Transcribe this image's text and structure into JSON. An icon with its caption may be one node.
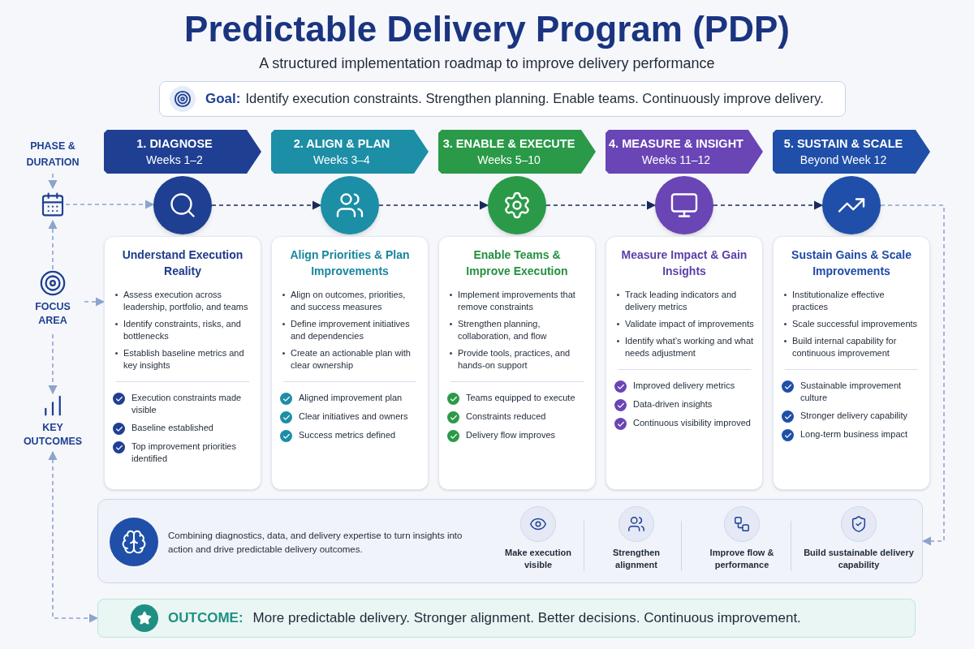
{
  "diagram": {
    "title": "Predictable Delivery Program (PDP)",
    "caption": "A structured implementation roadmap to improve delivery performance",
    "nodes": [
      {
        "text": [
          "Goal:",
          "Identify execution constraints. Strengthen planning. Enable teams. Continuously improve delivery."
        ]
      },
      {
        "text": [
          "PHASE & DURATION"
        ]
      },
      {
        "text": [],
        "shape": "calendar"
      },
      {
        "text": [
          "FOCUS AREA"
        ]
      },
      {
        "text": [
          "KEY OUTCOMES"
        ]
      },
      {
        "text": [
          "1. DIAGNOSE",
          "Weeks 1–2"
        ]
      },
      {
        "text": [],
        "shape": "circle"
      },
      {
        "text": [
          "Understand Execution Reality",
          "Assess execution across leadership, portfolio, and teams",
          "Identify constraints, risks, and bottlenecks",
          "Establish baseline metrics and key insights",
          "Execution constraints made visible",
          "Baseline established",
          "Top improvement priorities identified"
        ]
      },
      {
        "text": [
          "2. ALIGN & PLAN",
          "Weeks 3–4"
        ]
      },
      {
        "text": [],
        "shape": "circle"
      },
      {
        "text": [
          "Align Priorities & Plan Improvements",
          "Align on outcomes, priorities, and success measures",
          "Define improvement initiatives and dependencies",
          "Create an actionable plan with clear ownership",
          "Aligned improvement plan",
          "Clear initiatives and owners",
          "Success metrics defined"
        ]
      },
      {
        "text": [
          "3. ENABLE & EXECUTE",
          "Weeks 5–10"
        ]
      },
      {
        "text": [],
        "shape": "circle"
      },
      {
        "text": [
          "Enable Teams & Improve Execution",
          "Implement improvements that remove constraints",
          "Strengthen planning, collaboration, and flow",
          "Provide tools, practices, and hands-on support",
          "Teams equipped to execute",
          "Constraints reduced",
          "Delivery flow improves"
        ]
      },
      {
        "text": [
          "4. MEASURE & INSIGHT",
          "Weeks 11–12"
        ]
      },
      {
        "text": [],
        "shape": "circle"
      },
      {
        "text": [
          "Measure Impact & Gain Insights",
          "Track leading indicators and delivery metrics",
          "Validate impact of improvements",
          "Identify what’s working and what needs adjustment",
          "Improved delivery metrics",
          "Data-driven insights",
          "Continuous visibility improved"
        ]
      },
      {
        "text": [
          "5. SUSTAIN & SCALE",
          "Beyond Week 12"
        ]
      },
      {
        "text": [],
        "shape": "circle"
      },
      {
        "text": [
          "Sustain Gains & Scale Improvements",
          "Institutionalize effective practices",
          "Scale successful improvements",
          "Build internal capability for continuous improvement",
          "Sustainable improvement culture",
          "Stronger delivery capability",
          "Long-term business impact"
        ]
      },
      {
        "text": [
          "Combining diagnostics, data, and delivery expertise to turn insights into action and drive predictable delivery outcomes."
        ]
      },
      {
        "text": [
          "Make execution visible"
        ],
        "in": 20
      },
      {
        "text": [
          "Strengthen alignment"
        ],
        "in": 20
      },
      {
        "text": [
          "Improve flow & performance"
        ],
        "in": 20
      },
      {
        "text": [
          "Build sustainable delivery capability"
        ],
        "in": 20
      },
      {
        "text": [
          "OUTCOME:",
          "More predictable delivery. Stronger alignment. Better decisions. Continuous improvement."
        ]
      }
    ],
    "edges": [
      {
        "from": 1,
        "to": 2,
        "arrow": "to",
        "style": "dashed"
      },
      {
        "from": 3,
        "to": 2,
        "arrow": "to",
        "style": "dashed"
      },
      {
        "from": 3,
        "to": 4,
        "arrow": "to",
        "style": "dashed"
      },
      {
        "from": 2,
        "to": 6,
        "arrow": "to",
        "style": "dashed"
      },
      {
        "from": 3,
        "to": 7,
        "arrow": "to",
        "style": "dashed"
      },
      {
        "from": 6,
        "to": 9,
        "arrow": "to",
        "style": "dashed",
        "color": "#1b2a5c"
      },
      {
        "from": 9,
        "to": 12,
        "arrow": "to",
        "style": "dashed",
        "color": "#1b2a5c"
      },
      {
        "from": 12,
        "to": 15,
        "arrow": "to",
        "style": "dashed",
        "color": "#1b2a5c"
      },
      {
        "from": 15,
        "to": 18,
        "arrow": "to",
        "style": "dashed",
        "color": "#1b2a5c"
      },
      {
        "from": 18,
        "to": 20,
        "arrow": "to",
        "style": "dashed"
      },
      {
        "from": 4,
        "to": 25,
        "arrow": "both",
        "style": "dashed"
      }
    ]
  }
}
